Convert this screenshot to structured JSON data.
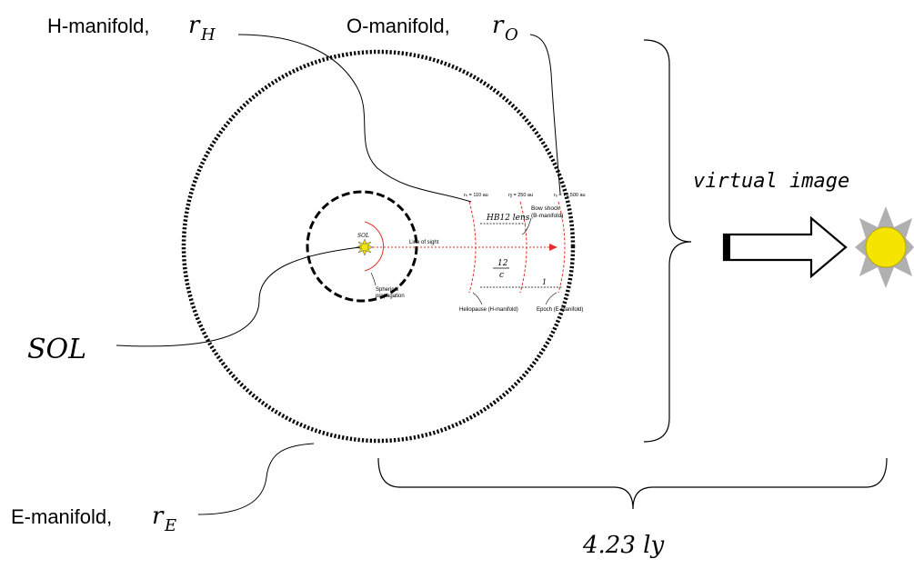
{
  "labels": {
    "h_manifold": "H-manifold,",
    "h_manifold_sym": "r",
    "h_manifold_sub": "H",
    "o_manifold": "O-manifold,",
    "o_manifold_sym": "r",
    "o_manifold_sub": "O",
    "e_manifold": "E-manifold,",
    "e_manifold_sym": "r",
    "e_manifold_sub": "E",
    "sol": "SOL",
    "virtual_image": "virtual image",
    "distance": "4.23 ly"
  },
  "inset": {
    "r_h": "rₕ = 110 au",
    "r_b": "rᵦ = 250 au",
    "r_e": "rₑ = 73,500 au",
    "hb12_lens": "HB12 lens",
    "bow_shock_1": "Bow shock",
    "bow_shock_2": "(B-manifold)",
    "sol_small": "SOL",
    "line_of_sight": "Line of sight",
    "frac_num": "12",
    "frac_den": "c",
    "frac_num2": "1",
    "spherical_1": "Spherical",
    "spherical_2": "propagation",
    "heliopause": "Heliopause (H-manifold)",
    "epoch": "Epoch (E-manifold)"
  },
  "colors": {
    "accent_red": "#e0302a",
    "sun_yellow": "#f5e400",
    "sun_rays": "#b0b0b0"
  }
}
